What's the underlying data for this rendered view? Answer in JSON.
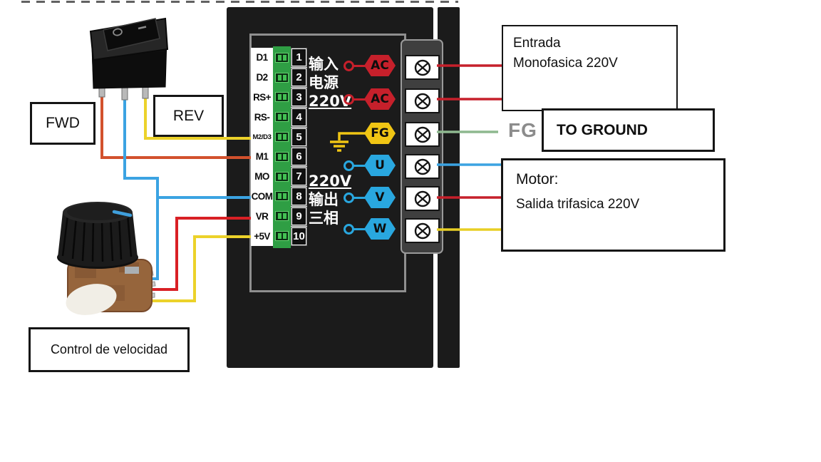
{
  "switch_box": {
    "fwd_label": "FWD",
    "rev_label": "REV"
  },
  "potentiometer": {
    "label": "Control de velocidad"
  },
  "power_input_box": {
    "line1": "Entrada",
    "line2": "Monofasica 220V"
  },
  "ground_label": {
    "fg_text": "FG",
    "box_label": "TO GROUND"
  },
  "motor_box": {
    "line1": "Motor:",
    "line2": "Salida trifasica 220V"
  },
  "controller": {
    "terminals": [
      {
        "label": "D1",
        "num": "1"
      },
      {
        "label": "D2",
        "num": "2"
      },
      {
        "label": "RS+",
        "num": "3"
      },
      {
        "label": "RS-",
        "num": "4"
      },
      {
        "label": "M2/D3",
        "num": "5"
      },
      {
        "label": "M1",
        "num": "6"
      },
      {
        "label": "MO",
        "num": "7"
      },
      {
        "label": "COM",
        "num": "8"
      },
      {
        "label": "VR",
        "num": "9"
      },
      {
        "label": "+5V",
        "num": "10"
      }
    ],
    "input_caption": {
      "line1": "输入",
      "line2": "电源",
      "line3": "220V"
    },
    "output_caption": {
      "line1": "220V",
      "line2": "输出",
      "line3": "三相"
    },
    "badges": [
      {
        "text": "AC",
        "color": "#c6202b"
      },
      {
        "text": "AC",
        "color": "#c6202b"
      },
      {
        "text": "FG",
        "color": "#f0c514"
      },
      {
        "text": "U",
        "color": "#29a7df"
      },
      {
        "text": "V",
        "color": "#29a7df"
      },
      {
        "text": "W",
        "color": "#29a7df"
      }
    ],
    "screw_terminal_count": 6
  },
  "wires": [
    {
      "from": "switch-pin-left",
      "to": "terminal M1",
      "color": "red"
    },
    {
      "from": "switch-pin-middle",
      "to": "terminal COM",
      "color": "blue"
    },
    {
      "from": "switch-pin-right",
      "to": "terminal M2/D3",
      "color": "yellow"
    },
    {
      "from": "potentiometer-pin-top",
      "to": "terminal COM junction",
      "color": "blue"
    },
    {
      "from": "potentiometer-pin-middle",
      "to": "terminal VR",
      "color": "red"
    },
    {
      "from": "potentiometer-pin-bottom",
      "to": "terminal +5V",
      "color": "yellow"
    },
    {
      "from": "screw-1 AC",
      "to": "Entrada Monofasica 220V",
      "color": "red"
    },
    {
      "from": "screw-2 AC",
      "to": "Entrada Monofasica 220V",
      "color": "red"
    },
    {
      "from": "screw-3 FG",
      "to": "FG TO GROUND",
      "color": "green"
    },
    {
      "from": "screw-4 U",
      "to": "Motor salida trifasica",
      "color": "blue"
    },
    {
      "from": "screw-5 V",
      "to": "Motor salida trifasica",
      "color": "red"
    },
    {
      "from": "screw-6 W",
      "to": "Motor salida trifasica",
      "color": "yellow"
    }
  ],
  "colors": {
    "case": "#1b1b1b",
    "terminal_green": "#2f9e44",
    "wire_red": "#c6202b",
    "wire_orange_red": "#d2512d",
    "wire_blue": "#3ba3e2",
    "wire_yellow": "#ecd22a",
    "wire_green": "#8eb88f"
  }
}
